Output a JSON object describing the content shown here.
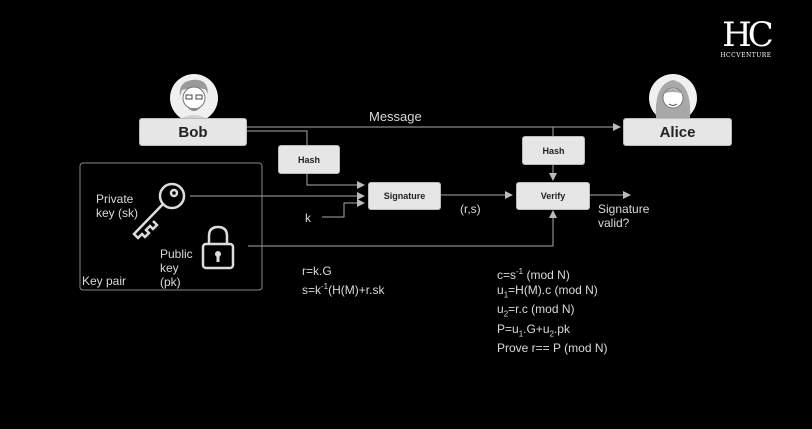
{
  "logo": {
    "mark": "HC",
    "text": "HCCVENTURE"
  },
  "nodes": {
    "bob": "Bob",
    "alice": "Alice",
    "hash_left": "Hash",
    "hash_right": "Hash",
    "signature": "Signature",
    "verify": "Verify"
  },
  "labels": {
    "message": "Message",
    "k": "k",
    "rs": "(r,s)",
    "sig_valid_1": "Signature",
    "sig_valid_2": "valid?",
    "private_key_1": "Private",
    "private_key_2": "key (sk)",
    "public_key_1": "Public",
    "public_key_2": "key",
    "public_key_3": "(pk)",
    "key_pair": "Key pair"
  },
  "sign_eq": {
    "r": "r=k.G",
    "s_a": "s=k",
    "s_sup": "-1",
    "s_b": "(H(M)+r.sk"
  },
  "verify_eq": {
    "c_a": "c=s",
    "c_sup": "-1",
    "c_b": " (mod N)",
    "u1_a": "u",
    "u1_sub": "1",
    "u1_b": "=H(M).c (mod N)",
    "u2_a": "u",
    "u2_sub": "2",
    "u2_b": "=r.c (mod N)",
    "p_a": "P=u",
    "p_sub1": "1",
    "p_b": ".G+u",
    "p_sub2": "2",
    "p_c": ".pk",
    "prove": "Prove r== P (mod N)"
  }
}
